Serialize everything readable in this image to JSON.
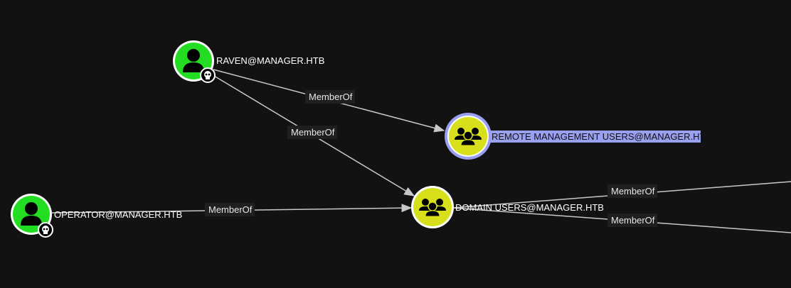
{
  "colors": {
    "user": "#22dd22",
    "group": "#d7e01a",
    "selected_ring": "#9aa0f0",
    "selected_label_bg": "#9aa0f0",
    "background": "#121213"
  },
  "nodes": {
    "raven": {
      "label": "RAVEN@MANAGER.HTB",
      "type": "user",
      "owned": true
    },
    "operator": {
      "label": "OPERATOR@MANAGER.HTB",
      "type": "user",
      "owned": true
    },
    "remote_mgmt": {
      "label": "REMOTE MANAGEMENT USERS@MANAGER.HTB",
      "type": "group",
      "selected": true
    },
    "domain_users": {
      "label": "DOMAIN USERS@MANAGER.HTB",
      "type": "group"
    }
  },
  "edges": [
    {
      "from": "raven",
      "to": "remote_mgmt",
      "label": "MemberOf"
    },
    {
      "from": "raven",
      "to": "domain_users",
      "label": "MemberOf"
    },
    {
      "from": "operator",
      "to": "domain_users",
      "label": "MemberOf"
    },
    {
      "from": "domain_users",
      "to": "offscreen-1",
      "label": "MemberOf"
    },
    {
      "from": "domain_users",
      "to": "offscreen-2",
      "label": "MemberOf"
    }
  ]
}
